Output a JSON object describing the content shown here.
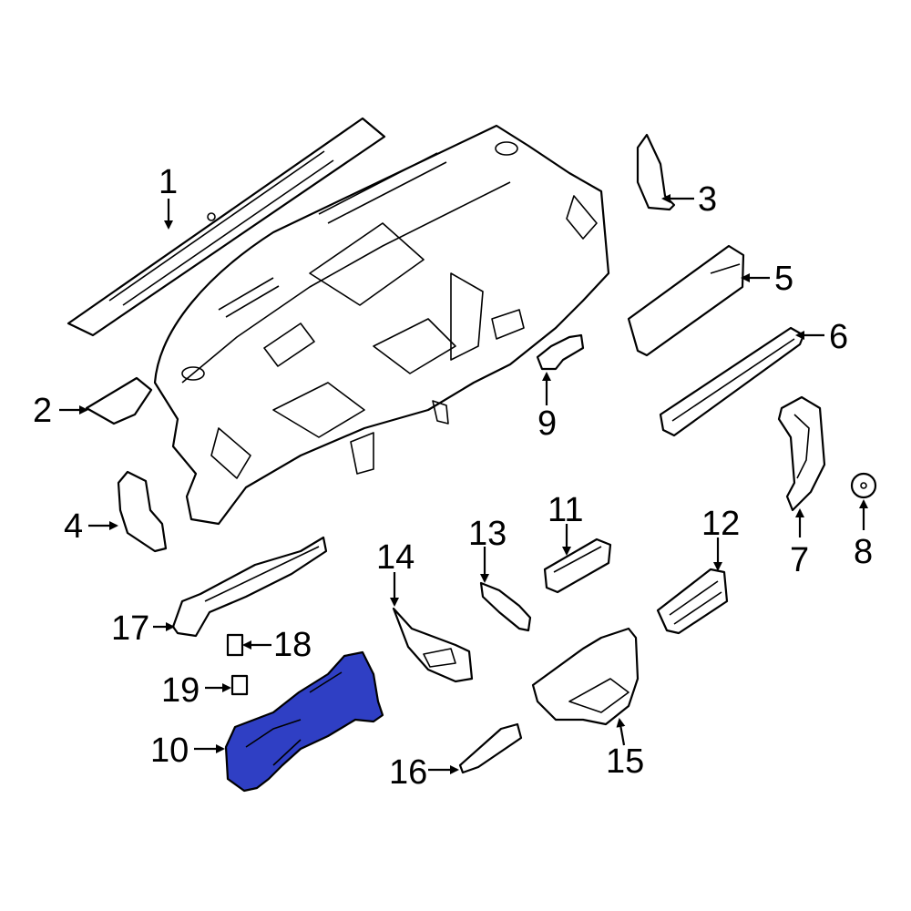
{
  "highlight_color": "#2f3fc4",
  "outline_color": "#000000",
  "callouts": {
    "c1": "1",
    "c2": "2",
    "c3": "3",
    "c4": "4",
    "c5": "5",
    "c6": "6",
    "c7": "7",
    "c8": "8",
    "c9": "9",
    "c10": "10",
    "c11": "11",
    "c12": "12",
    "c13": "13",
    "c14": "14",
    "c15": "15",
    "c16": "16",
    "c17": "17",
    "c18": "18",
    "c19": "19"
  },
  "highlighted_part": "10"
}
